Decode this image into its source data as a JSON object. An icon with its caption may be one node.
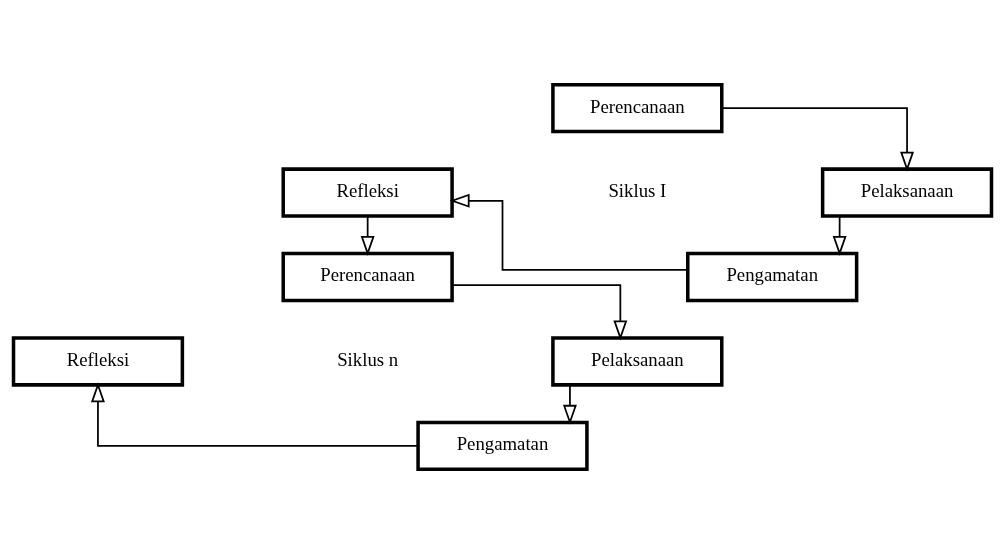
{
  "diagram": {
    "nodes": [
      {
        "text": [
          "Perencanaan"
        ]
      },
      {
        "text": [
          "Refleksi"
        ]
      },
      {
        "text": [
          "Pelaksanaan"
        ]
      },
      {
        "text": [
          "Pengamatan"
        ]
      },
      {
        "text": [
          "Perencanaan"
        ]
      },
      {
        "text": [
          "Refleksi"
        ]
      },
      {
        "text": [
          "Pelaksanaan"
        ]
      },
      {
        "text": [
          "Pengamatan"
        ]
      }
    ],
    "edges": [
      {
        "from": 0,
        "to": 2,
        "arrow": "to"
      },
      {
        "from": 2,
        "to": 3,
        "arrow": "to"
      },
      {
        "from": 3,
        "to": 1,
        "arrow": "to"
      },
      {
        "from": 1,
        "to": 4,
        "arrow": "to"
      },
      {
        "from": 4,
        "to": 6,
        "arrow": "to"
      },
      {
        "from": 6,
        "to": 7,
        "arrow": "to"
      },
      {
        "from": 7,
        "to": 5,
        "arrow": "to"
      }
    ],
    "labels": [
      "Siklus I",
      "Siklus n"
    ]
  }
}
